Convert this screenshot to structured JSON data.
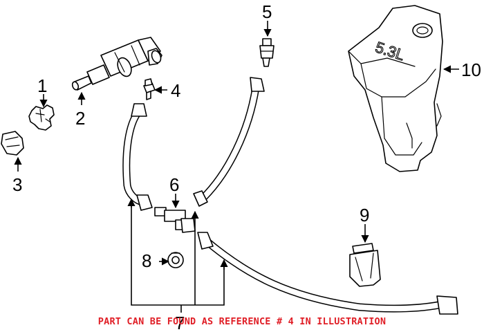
{
  "callouts": {
    "c1": "1",
    "c2": "2",
    "c3": "3",
    "c4": "4",
    "c5": "5",
    "c6": "6",
    "c7": "7",
    "c8": "8",
    "c9": "9",
    "c10": "10"
  },
  "tank_marking": "5.3L",
  "notice": "PART CAN BE FOUND AS REFERENCE # 4 IN ILLUSTRATION",
  "colors": {
    "notice": "#e01e26",
    "line": "#000000",
    "background": "#ffffff"
  }
}
